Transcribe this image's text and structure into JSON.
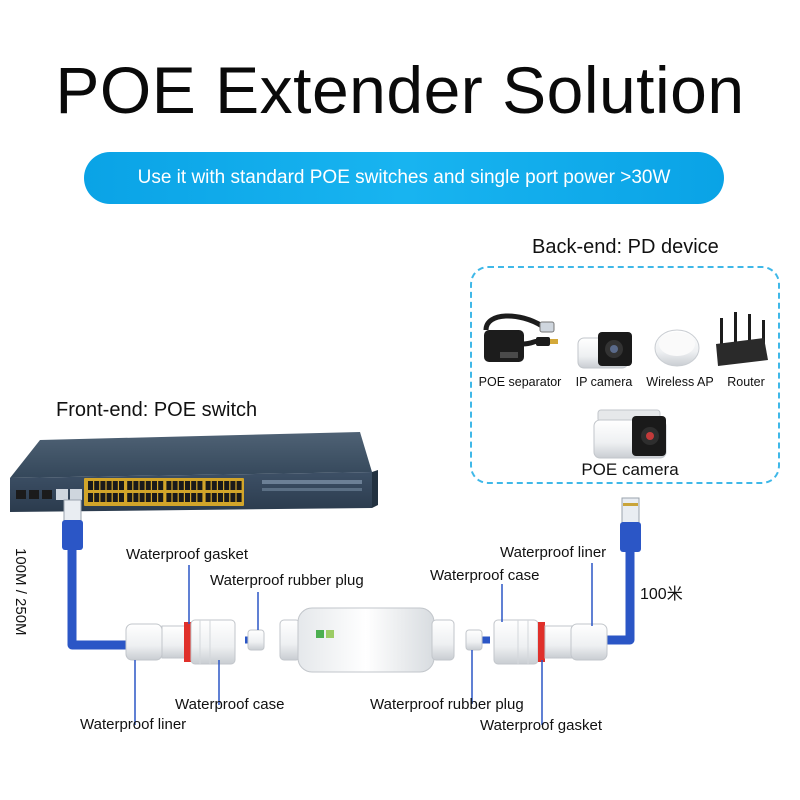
{
  "title": "POE Extender Solution",
  "subtitle": "Use it with standard POE switches and single port power >30W",
  "backend": {
    "label": "Back-end: PD device",
    "devices": [
      {
        "caption": "POE separator",
        "icon": "poe-splitter-icon"
      },
      {
        "caption": "IP camera",
        "icon": "dome-camera-icon"
      },
      {
        "caption": "Wireless AP",
        "icon": "wireless-ap-icon"
      },
      {
        "caption": "Router",
        "icon": "router-icon"
      }
    ],
    "featured": {
      "caption": "POE camera",
      "icon": "bullet-camera-icon"
    }
  },
  "frontend": {
    "label": "Front-end: POE switch",
    "icon": "poe-switch-icon"
  },
  "cable": {
    "left_length": "100M / 250M",
    "right_length": "100米",
    "color": "#2b56c6"
  },
  "callouts": {
    "top_left_gasket": "Waterproof gasket",
    "top_left_plug": "Waterproof rubber plug",
    "top_right_case": "Waterproof case",
    "top_right_liner": "Waterproof liner",
    "bottom_left_case": "Waterproof case",
    "bottom_left_liner": "Waterproof liner",
    "bottom_right_plug": "Waterproof rubber plug",
    "bottom_right_gasket": "Waterproof gasket"
  },
  "colors": {
    "accent": "#18b4f0",
    "gasket": "#e0302a"
  }
}
